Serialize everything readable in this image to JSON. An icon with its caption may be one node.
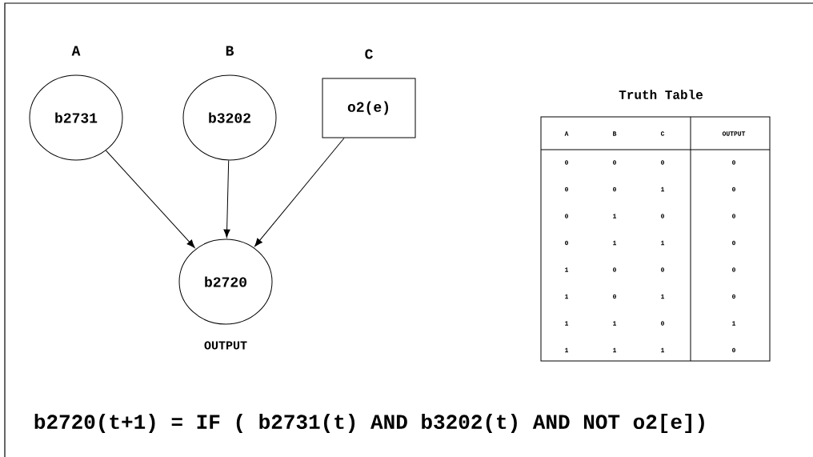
{
  "diagram": {
    "nodes": [
      {
        "text": [
          "A",
          "b2731"
        ]
      },
      {
        "text": [
          "B",
          "b3202"
        ]
      },
      {
        "text": [
          "C",
          "o2(e)"
        ]
      },
      {
        "text": [
          "b2720",
          "OUTPUT"
        ]
      }
    ],
    "edges": [
      {
        "from": 0,
        "to": 3,
        "arrow": "to"
      },
      {
        "from": 1,
        "to": 3,
        "arrow": "to"
      },
      {
        "from": 2,
        "to": 3,
        "arrow": "to"
      }
    ],
    "labels": [
      "Truth Table",
      "A",
      "B",
      "C",
      "OUTPUT",
      "0",
      "0",
      "0",
      "0",
      "0",
      "0",
      "1",
      "0",
      "0",
      "1",
      "0",
      "0",
      "0",
      "1",
      "1",
      "0",
      "1",
      "0",
      "0",
      "0",
      "1",
      "0",
      "1",
      "0",
      "1",
      "1",
      "0",
      "1",
      "1",
      "1",
      "1",
      "0",
      "b2720(t+1) = IF ( b2731(t) AND b3202(t) AND NOT o2[e])"
    ]
  }
}
